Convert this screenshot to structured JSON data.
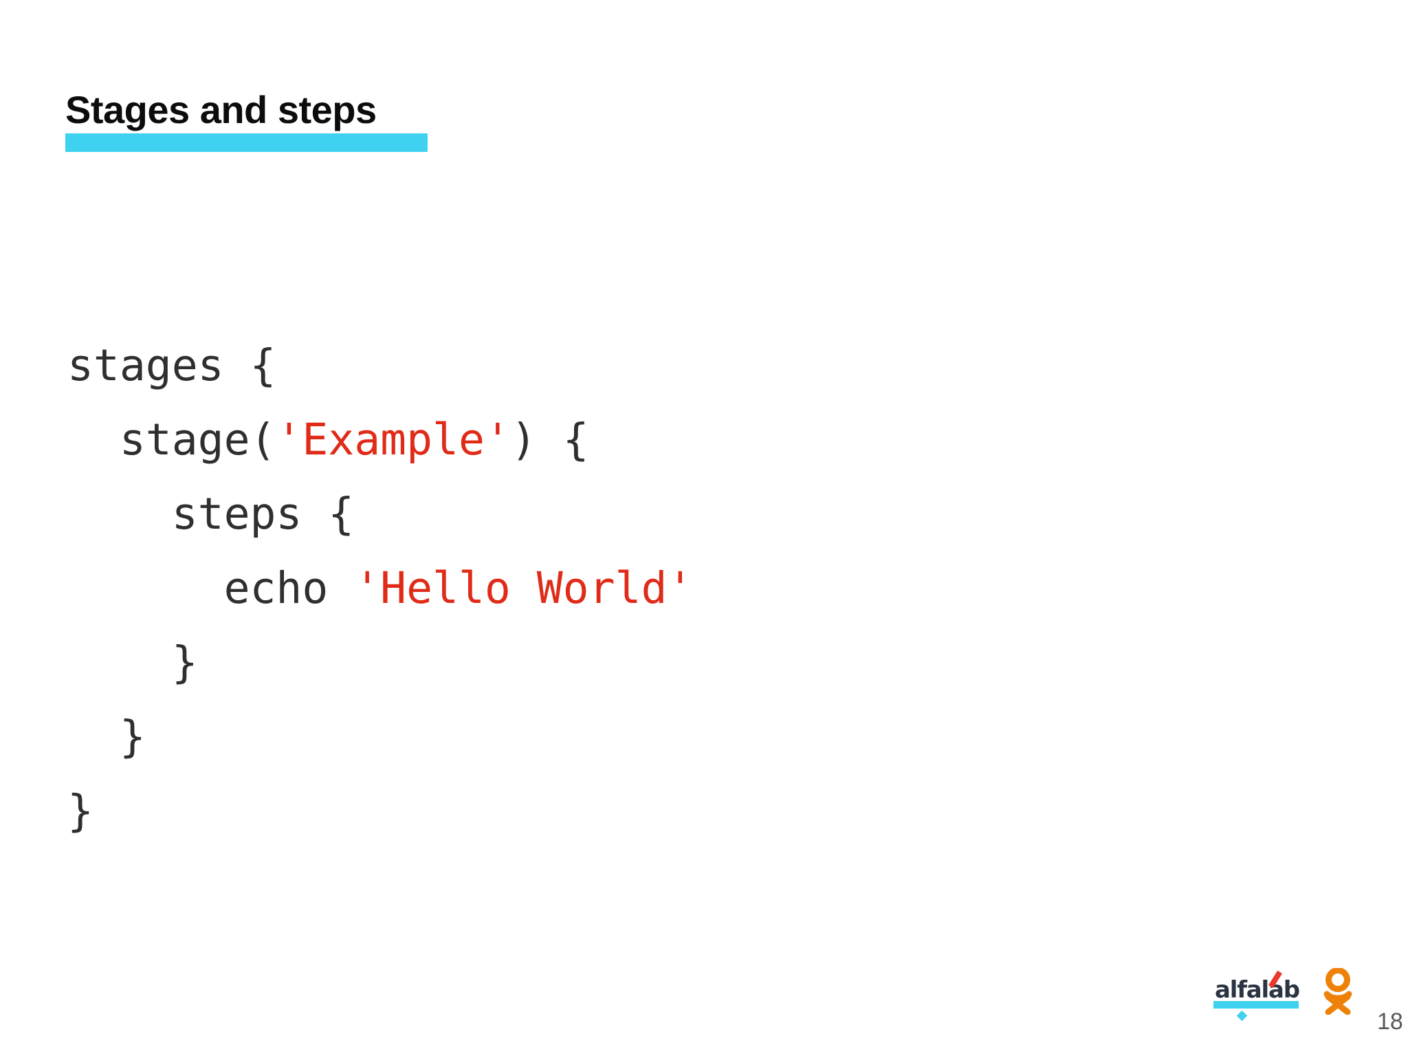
{
  "slide": {
    "title": "Stages and steps",
    "background_color": "#ffffff",
    "highlight_color": "#3ED2F0",
    "page_number": "18"
  },
  "code": {
    "language_style": "groovy-jenkinsfile",
    "plain_color": "#2f2f2f",
    "string_color": "#E02B18",
    "lines": [
      {
        "indent": "",
        "parts": [
          {
            "t": "stages {",
            "style": "plain"
          }
        ]
      },
      {
        "indent": "  ",
        "parts": [
          {
            "t": "stage(",
            "style": "plain"
          },
          {
            "t": "'Example'",
            "style": "string"
          },
          {
            "t": ") {",
            "style": "plain"
          }
        ]
      },
      {
        "indent": "    ",
        "parts": [
          {
            "t": "steps {",
            "style": "plain"
          }
        ]
      },
      {
        "indent": "      ",
        "parts": [
          {
            "t": "echo ",
            "style": "plain"
          },
          {
            "t": "'Hello World'",
            "style": "string"
          }
        ]
      },
      {
        "indent": "    ",
        "parts": [
          {
            "t": "}",
            "style": "plain"
          }
        ]
      },
      {
        "indent": "  ",
        "parts": [
          {
            "t": "}",
            "style": "plain"
          }
        ]
      },
      {
        "indent": "",
        "parts": [
          {
            "t": "}",
            "style": "plain"
          }
        ]
      }
    ]
  },
  "footer": {
    "brand_name": "alfalab",
    "brand_text_color": "#2b3442",
    "brand_underline_color": "#3ED2F0",
    "brand_accent_color": "#E8392B",
    "ok_logo_color": "#EE8208",
    "ok_logo_name": "odnoklassniki-logo",
    "page_number": "18",
    "page_number_color": "#58595b"
  }
}
